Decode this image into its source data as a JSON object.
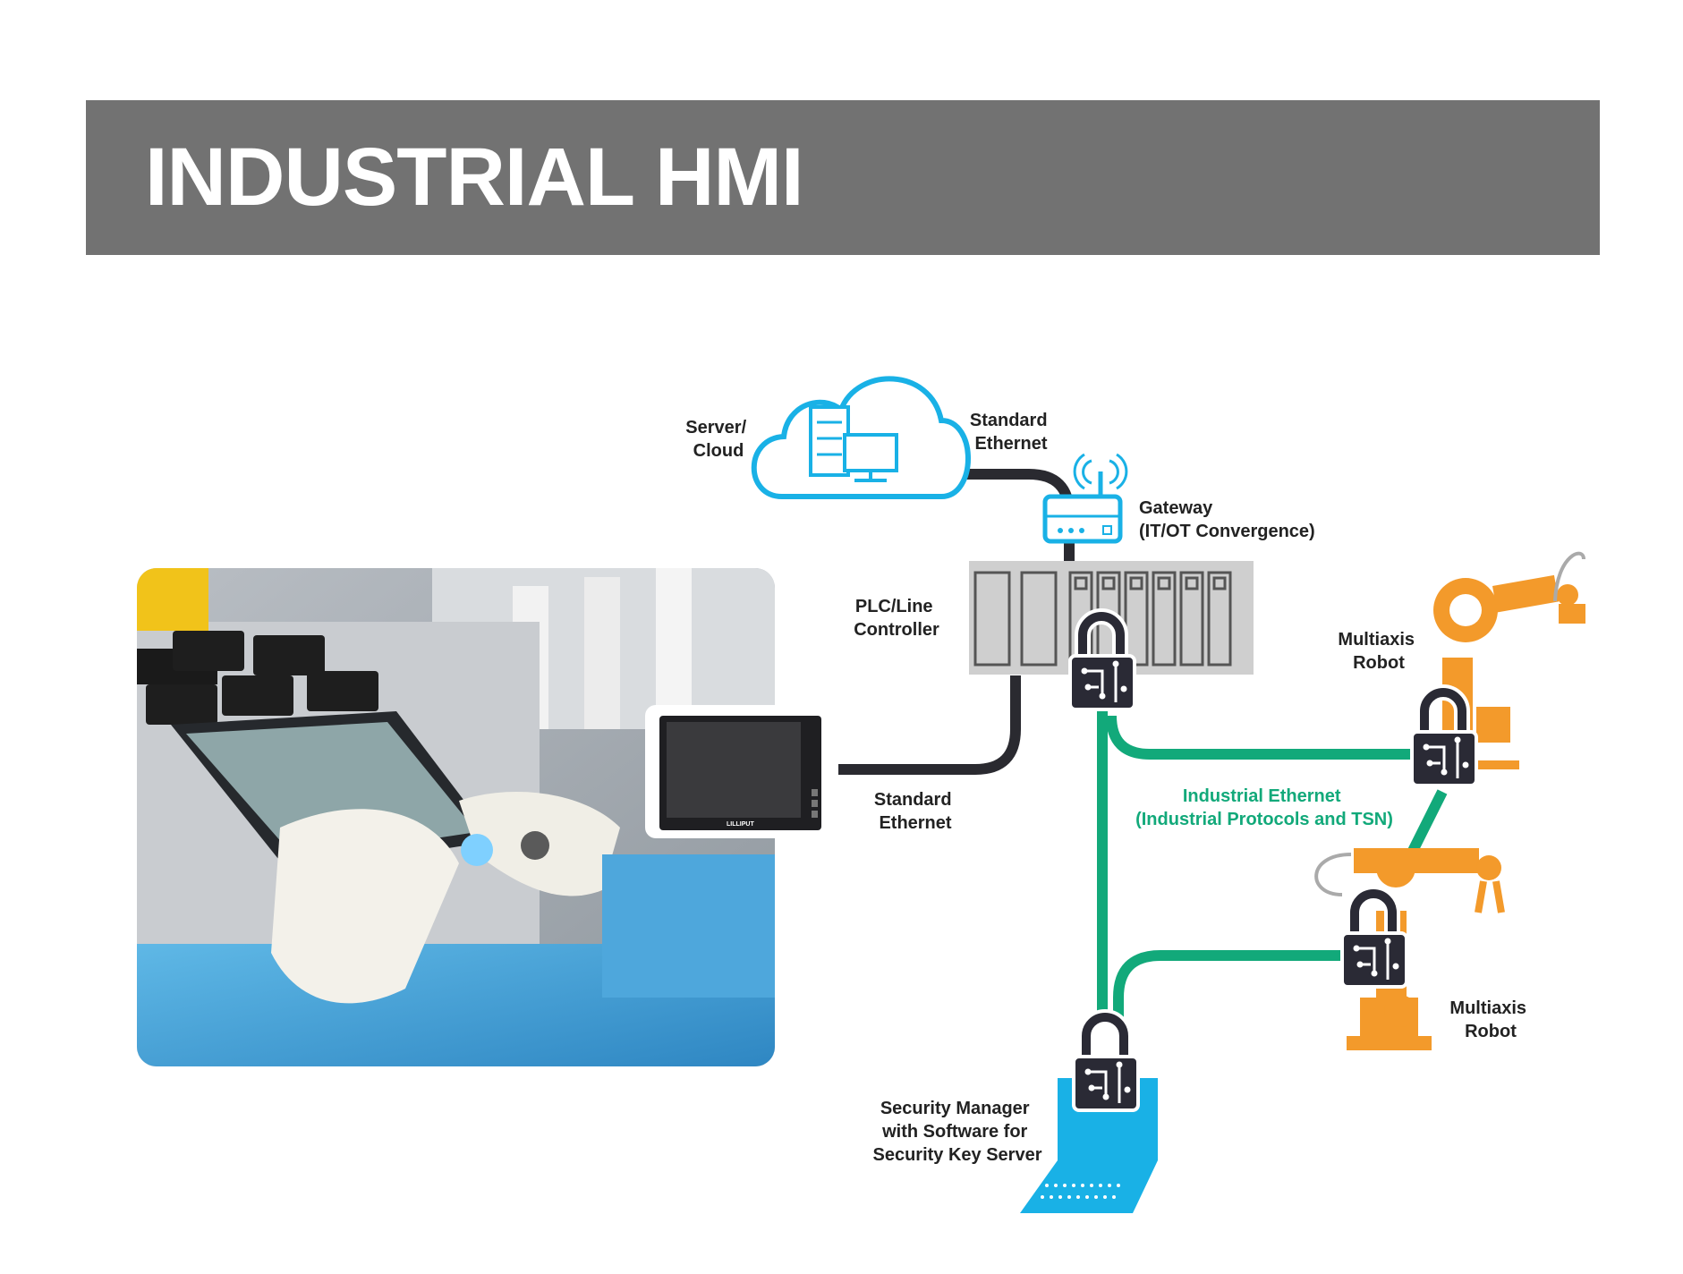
{
  "title": "INDUSTRIAL HMI",
  "photo": {
    "description_icon": "hmi-touch-panel-photo"
  },
  "hmi_device": {
    "brand": "LILLIPUT"
  },
  "nodes": {
    "server": {
      "label": [
        "Server/",
        "Cloud"
      ]
    },
    "gateway": {
      "label": [
        "Gateway",
        "(IT/OT Convergence)"
      ]
    },
    "plc": {
      "label": [
        "PLC/Line",
        "Controller"
      ]
    },
    "robot1": {
      "label": [
        "Multiaxis",
        "Robot"
      ]
    },
    "robot2": {
      "label": [
        "Multiaxis",
        "Robot"
      ]
    },
    "security_manager": {
      "label": [
        "Security Manager",
        "with Software for",
        "Security Key Server"
      ]
    }
  },
  "links": {
    "standard_ethernet_top": [
      "Standard",
      "Ethernet"
    ],
    "standard_ethernet_hmi": [
      "Standard",
      "Ethernet"
    ],
    "industrial_ethernet": [
      "Industrial Ethernet",
      "(Industrial Protocols and TSN)"
    ]
  },
  "colors": {
    "banner": "#727272",
    "cloud": "#19b1e6",
    "ethernet_cable": "#2a2a30",
    "industrial_cable": "#12a97a",
    "robot": "#f39a2b",
    "lock": "#2a2a35",
    "plc": "#cfcfcf"
  }
}
